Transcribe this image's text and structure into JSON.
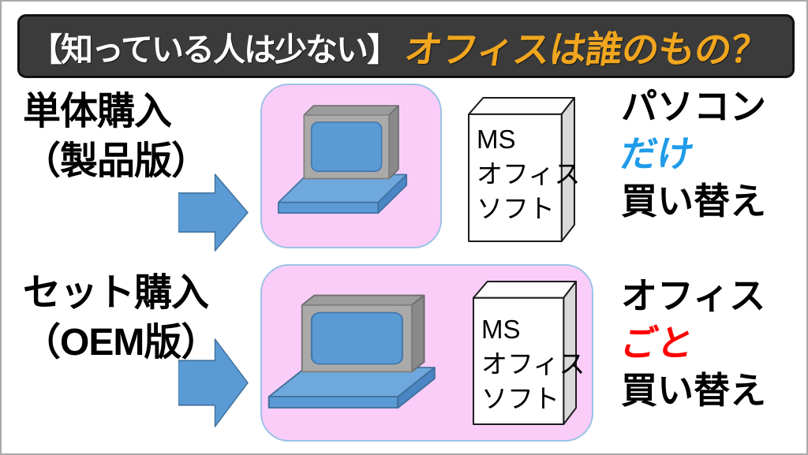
{
  "header": {
    "prefix": "【知っている人は少ない】",
    "highlight": "オフィスは誰のもの？",
    "bg_color": "#3B3B3B",
    "prefix_color": "#FFFFFF",
    "highlight_color": "#F0A61E"
  },
  "rows": [
    {
      "label_line1": "単体購入",
      "label_line2": "（製品版）",
      "software_box_lines": [
        "MS",
        "オフィス",
        "ソフト"
      ],
      "result_line1": "パソコン",
      "result_emphasis": "だけ",
      "result_line3": "買い替え",
      "emphasis_color": "#1E9BE9"
    },
    {
      "label_line1": "セット購入",
      "label_line2": "（OEM版）",
      "software_box_lines": [
        "MS",
        "オフィス",
        "ソフト"
      ],
      "result_line1": "オフィス",
      "result_emphasis": "ごと",
      "result_line3": "買い替え",
      "emphasis_color": "#FF0000"
    }
  ],
  "colors": {
    "arrow_fill": "#5B9BD5",
    "arrow_stroke": "#41719C",
    "highlight_box_fill": "#FACDF8",
    "highlight_box_border": "#9DC3E6",
    "laptop_screen": "#5B9BD5",
    "laptop_base_top": "#6FA8DC",
    "laptop_bezel": "#ACAAA8",
    "software_box_side": "#D9D9D9",
    "page_border": "#A9A9A9"
  }
}
